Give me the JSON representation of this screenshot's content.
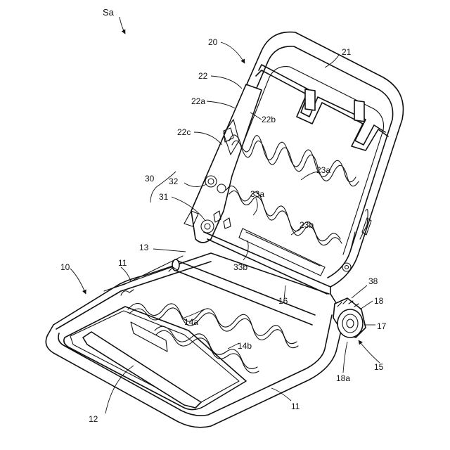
{
  "figure": {
    "title_label": "Sa",
    "labels": {
      "l20": "20",
      "l21": "21",
      "l22": "22",
      "l22a": "22a",
      "l22b": "22b",
      "l22c": "22c",
      "l23a": "23a",
      "l23b": "23b",
      "l30": "30",
      "l31": "31",
      "l32": "32",
      "l33a": "33a",
      "l33b": "33b",
      "l13": "13",
      "l10": "10",
      "l11a": "11",
      "l11b": "11",
      "l12": "12",
      "l14a": "14a",
      "l14b": "14b",
      "l15": "15",
      "l16": "16",
      "l17": "17",
      "l18": "18",
      "l18a": "18a",
      "l38": "38"
    }
  }
}
